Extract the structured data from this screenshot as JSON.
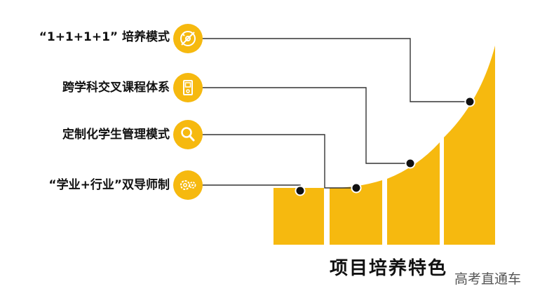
{
  "features": [
    {
      "label": "“1+1+1+1” 培养模式",
      "icon": "compass-icon"
    },
    {
      "label": "跨学科交叉课程体系",
      "icon": "device-icon"
    },
    {
      "label": "定制化学生管理模式",
      "icon": "magnifier-icon"
    },
    {
      "label": "“学业+行业”双导师制",
      "icon": "gears-icon"
    }
  ],
  "title": "项目培养特色",
  "watermark": "高考直通车",
  "colors": {
    "accent": "#f6b90f",
    "line": "#333333",
    "dot": "#111111"
  }
}
